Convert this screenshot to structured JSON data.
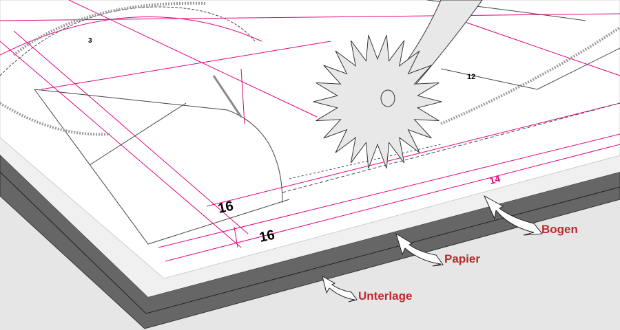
{
  "labels": {
    "bogen": "Bogen",
    "papier": "Papier",
    "unterlage": "Unterlage"
  },
  "pattern_numbers": {
    "size_a": "16",
    "size_b": "16",
    "size_c": "14",
    "piece_12": "12",
    "piece_3": "3"
  },
  "colors": {
    "label": "#c0272d",
    "pattern_magenta": "#e6007e",
    "slab": "#666666",
    "background": "#e6e6e6",
    "wheel": "#e8e8e8"
  }
}
